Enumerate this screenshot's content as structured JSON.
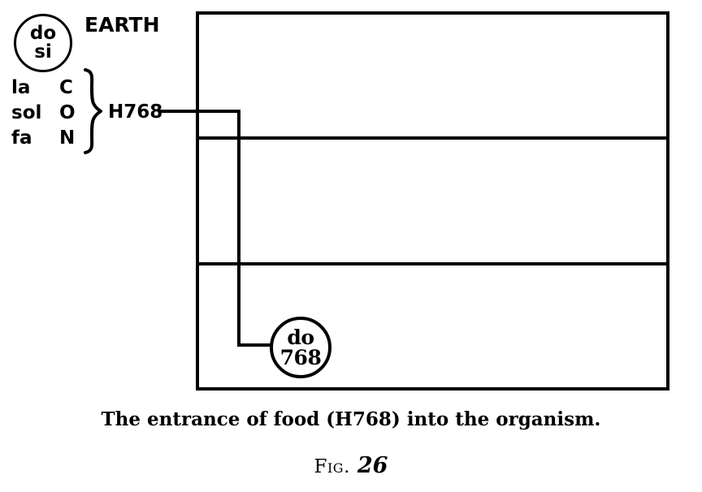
{
  "figure": {
    "title_caption": "The entrance of food (H768) into the organism.",
    "fig_word": "Fig.",
    "fig_number": "26",
    "stroke_color": "#000000",
    "background_color": "#ffffff"
  },
  "legend": {
    "top_circle": {
      "line1": "do",
      "line2": "si"
    },
    "earth_label": "EARTH",
    "rows": [
      {
        "solfa": "la",
        "element": "C"
      },
      {
        "solfa": "sol",
        "element": "O"
      },
      {
        "solfa": "fa",
        "element": "N"
      }
    ],
    "brace_symbol": "}",
    "grouped_label": "H768"
  },
  "organism": {
    "box_label": "",
    "compartments": 3,
    "entry_node": {
      "line1": "do",
      "line2": "768"
    }
  }
}
